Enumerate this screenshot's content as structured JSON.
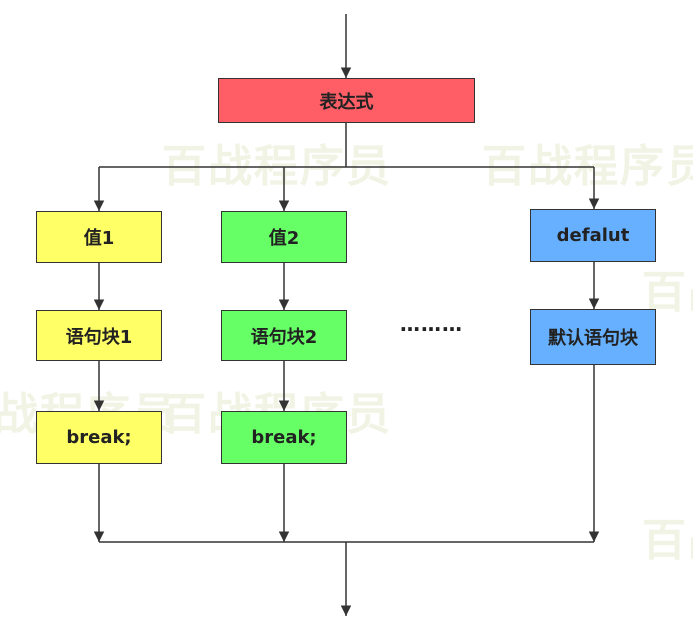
{
  "watermark": {
    "text": "百战程序员",
    "color": "#f1f3e4"
  },
  "diagram": {
    "expression": "表达式",
    "value1": "值1",
    "value2": "值2",
    "default_case": "defalut",
    "block1": "语句块1",
    "block2": "语句块2",
    "default_block": "默认语句块",
    "break1": "break;",
    "break2": "break;",
    "ellipsis": "………"
  },
  "colors": {
    "expression": "#ff5e66",
    "case1": "#ffff66",
    "case2": "#66ff66",
    "default": "#66b0ff"
  }
}
